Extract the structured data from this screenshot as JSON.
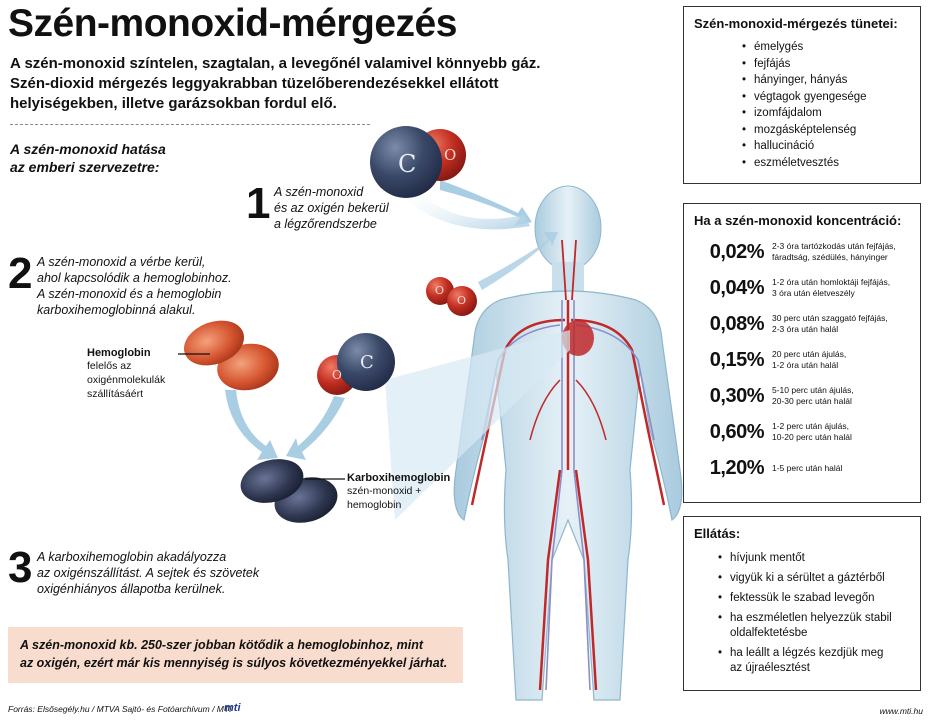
{
  "title": "Szén-monoxid-mérgezés",
  "intro": [
    "A szén-monoxid színtelen, szagtalan, a levegőnél valamivel könnyebb gáz.",
    "Szén-dioxid mérgezés leggyakrabban tüzelőberendezésekkel ellátott",
    "helyiségekben, illetve garázsokban fordul elő."
  ],
  "effects_heading": [
    "A szén-monoxid hatása",
    "az emberi szervezetre:"
  ],
  "steps": [
    {
      "num": "1",
      "lines": [
        "A szén-monoxid",
        "és az oxigén bekerül",
        "a légzőrendszerbe"
      ]
    },
    {
      "num": "2",
      "lines": [
        "A szén-monoxid a vérbe kerül,",
        "ahol kapcsolódik a hemoglobinhoz.",
        "A szén-monoxid és a hemoglobin",
        "karboxihemoglobinná alakul."
      ]
    },
    {
      "num": "3",
      "lines": [
        "A karboxihemoglobin akadályozza",
        "az oxigénszállítást. A sejtek és szövetek",
        "oxigénhiányos állapotba kerülnek."
      ]
    }
  ],
  "molecule_labels": {
    "c": "C",
    "o": "O"
  },
  "hemoglobin": {
    "title": "Hemoglobin",
    "lines": [
      "felelős az",
      "oxigénmolekulák",
      "szállításáért"
    ]
  },
  "carboxy": {
    "title": "Karboxihemoglobin",
    "lines": [
      "szén-monoxid +",
      "hemoglobin"
    ]
  },
  "highlight": [
    "A szén-monoxid kb. 250-szer jobban kötődik a hemoglobinhoz, mint",
    "az oxigén, ezért már kis mennyiség is súlyos következményekkel járhat."
  ],
  "footer": {
    "source": "Forrás: Elsősegély.hu / MTVA Sajtó- és Fotóarchívum / MTI",
    "logo": "mti",
    "url": "www.mti.hu"
  },
  "symptoms": {
    "heading": "Szén-monoxid-mérgezés tünetei:",
    "items": [
      "émelygés",
      "fejfájás",
      "hányinger, hányás",
      "végtagok gyengesége",
      "izomfájdalom",
      "mozgásképtelenség",
      "hallucináció",
      "eszméletvesztés"
    ]
  },
  "concentration": {
    "heading": "Ha a szén-monoxid koncentráció:",
    "rows": [
      {
        "pct": "0,02%",
        "effect": [
          "2-3 óra tartózkodás után fejfájás,",
          "fáradtság, szédülés, hányinger"
        ]
      },
      {
        "pct": "0,04%",
        "effect": [
          "1-2 óra után homloktáji fejfájás,",
          "3 óra után életveszély"
        ]
      },
      {
        "pct": "0,08%",
        "effect": [
          "30 perc után szaggató fejfájás,",
          "2-3 óra után halál"
        ]
      },
      {
        "pct": "0,15%",
        "effect": [
          "20 perc után ájulás,",
          "1-2 óra után halál"
        ]
      },
      {
        "pct": "0,30%",
        "effect": [
          "5-10 perc után ájulás,",
          "20-30 perc után halál"
        ]
      },
      {
        "pct": "0,60%",
        "effect": [
          "1-2 perc után ájulás,",
          "10-20 perc után halál"
        ]
      },
      {
        "pct": "1,20%",
        "effect": [
          "1-5 perc után halál"
        ]
      }
    ]
  },
  "care": {
    "heading": "Ellátás:",
    "items": [
      [
        "hívjunk mentőt"
      ],
      [
        "vigyük ki a sérültet a gáztérből"
      ],
      [
        "fektessük le szabad levegőn"
      ],
      [
        "ha eszméletlen helyezzük stabil",
        "oldalfektetésbe"
      ],
      [
        "ha leállt a légzés kezdjük meg",
        "az újraélesztést"
      ]
    ]
  },
  "colors": {
    "co_carbon": "#2f3d5c",
    "o_red": "#b8241d",
    "rbc": "#d9552f",
    "carboxy": "#2e3650",
    "body": "#cfe3ee",
    "vessel": "#c0282a",
    "highlight_bg": "#f8dccd"
  }
}
